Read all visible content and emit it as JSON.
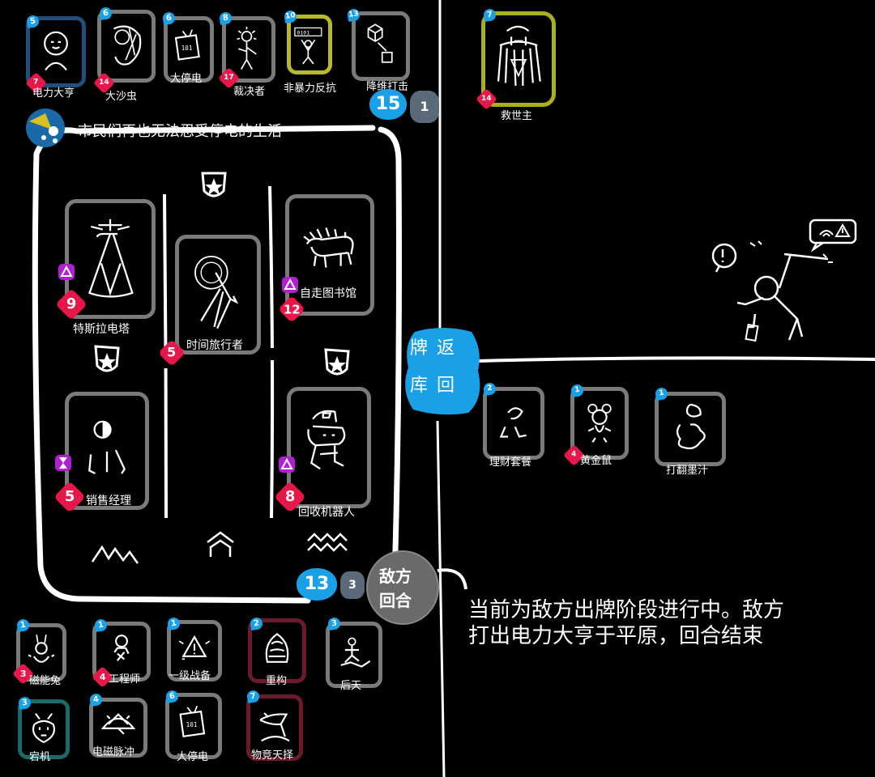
{
  "enemy_hand": [
    {
      "name": "电力大亨",
      "cost": "5",
      "power": "7",
      "border": "#1f4f7a"
    },
    {
      "name": "大沙虫",
      "cost": "6",
      "power": "14",
      "border": "#7a7a7a"
    },
    {
      "name": "大停电",
      "cost": "6",
      "power": "",
      "border": "#7a7a7a"
    },
    {
      "name": "裁决者",
      "cost": "8",
      "power": "17",
      "border": "#7a7a7a"
    },
    {
      "name": "非暴力反抗",
      "cost": "10",
      "power": "",
      "border": "#b8b830"
    },
    {
      "name": "降维打击",
      "cost": "13",
      "power": "",
      "border": "#7a7a7a"
    }
  ],
  "enemy_resources": {
    "energy": "15",
    "secondary": "1"
  },
  "enemy_hero": {
    "name": "救世主",
    "cost": "7",
    "power": "14",
    "border": "#a8b020"
  },
  "event_title": "市民们再也无法忍受停电的生活",
  "board": {
    "cards": [
      {
        "name": "特斯拉电塔",
        "power": "9",
        "mark": "triangle"
      },
      {
        "name": "时间旅行者",
        "power": "5",
        "mark": ""
      },
      {
        "name": "自走图书馆",
        "power": "12",
        "mark": "triangle"
      },
      {
        "name": "销售经理",
        "power": "5",
        "mark": "hourglass"
      },
      {
        "name": "回收机器人",
        "power": "8",
        "mark": "triangle"
      }
    ]
  },
  "return_button": {
    "line1": "牌 返",
    "line2": "库 回"
  },
  "discard_cards": [
    {
      "name": "理财套餐",
      "cost": "2",
      "power": ""
    },
    {
      "name": "黄金鼠",
      "cost": "1",
      "power": "4"
    },
    {
      "name": "打翻墨汁",
      "cost": "1",
      "power": ""
    }
  ],
  "player_resources": {
    "energy": "13",
    "secondary": "3"
  },
  "turn_badge": {
    "line1": "敌方",
    "line2": "回合"
  },
  "message": {
    "line1": "当前为敌方出牌阶段进行中。敌方",
    "line2": "打出电力大亨于平原，回合结束"
  },
  "player_hand_row1": [
    {
      "name": "磁能兔",
      "cost": "1",
      "power": "3",
      "border": "#7a7a7a"
    },
    {
      "name": "工程师",
      "cost": "1",
      "power": "4",
      "border": "#7a7a7a"
    },
    {
      "name": "一级战备",
      "cost": "1",
      "power": "",
      "border": "#7a7a7a"
    },
    {
      "name": "重构",
      "cost": "2",
      "power": "",
      "border": "#6a1a2a"
    },
    {
      "name": "后天",
      "cost": "3",
      "power": "",
      "border": "#7a7a7a"
    }
  ],
  "player_hand_row2": [
    {
      "name": "宕机",
      "cost": "3",
      "power": "",
      "border": "#1a6a6a"
    },
    {
      "name": "电磁脉冲",
      "cost": "4",
      "power": "",
      "border": "#7a7a7a"
    },
    {
      "name": "大停电",
      "cost": "6",
      "power": "",
      "border": "#7a7a7a"
    },
    {
      "name": "物竞天择",
      "cost": "7",
      "power": "",
      "border": "#6a1a2a"
    }
  ],
  "colors": {
    "cost_blue": "#1aa0e6",
    "power_red": "#e8174a",
    "mark_purple": "#b020d0",
    "accent_yellow": "#d8c020"
  },
  "terrain_icons": [
    "mountain-icon",
    "hill-icon",
    "wave-icon"
  ]
}
